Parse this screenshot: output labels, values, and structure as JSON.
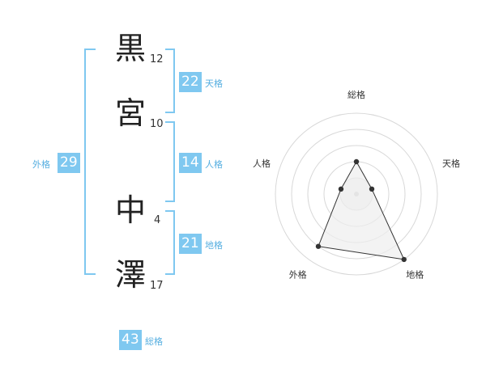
{
  "name": {
    "chars": [
      {
        "char": "黒",
        "strokes": "12"
      },
      {
        "char": "宮",
        "strokes": "10"
      },
      {
        "char": "中",
        "strokes": "4"
      },
      {
        "char": "澤",
        "strokes": "17"
      }
    ]
  },
  "scores": {
    "tenkaku": {
      "value": "22",
      "label": "天格"
    },
    "jinkaku": {
      "value": "14",
      "label": "人格"
    },
    "chikaku": {
      "value": "21",
      "label": "地格"
    },
    "gaikaku": {
      "value": "29",
      "label": "外格"
    },
    "soukaku": {
      "value": "43",
      "label": "総格"
    }
  },
  "colors": {
    "accent": "#7fc8f0",
    "label_text": "#55aee0",
    "radar_fill": "#eeeeee",
    "radar_line": "#333333"
  },
  "chart_data": {
    "type": "radar",
    "axes": [
      "総格",
      "天格",
      "地格",
      "外格",
      "人格"
    ],
    "levels": 5,
    "values": [
      2,
      1,
      5,
      4,
      1
    ],
    "range": [
      0,
      5
    ]
  }
}
